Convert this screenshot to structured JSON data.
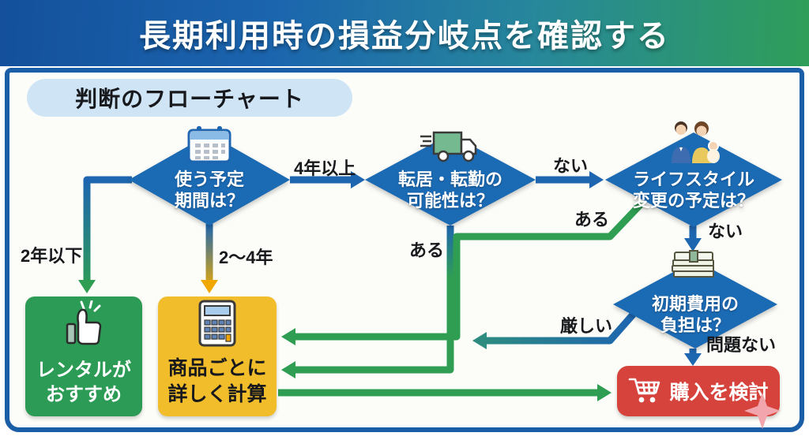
{
  "header": {
    "title": "長期利用時の損益分岐点を確認する"
  },
  "section": {
    "title": "判断のフローチャート"
  },
  "decisions": {
    "period": {
      "line1": "使う予定",
      "line2": "期間は？",
      "icon": "calendar-icon"
    },
    "moving": {
      "line1": "転居・転勤の",
      "line2": "可能性は？",
      "icon": "truck-icon"
    },
    "lifestyle": {
      "line1": "ライフスタイル",
      "line2": "変更の予定は？",
      "icon": "family-icon"
    },
    "cost": {
      "line1": "初期費用の",
      "line2": "負担は？",
      "icon": "money-icon"
    }
  },
  "edge_labels": {
    "period_over4y": "4年以上",
    "period_under2y": "2年以下",
    "period_2to4y": "2〜4年",
    "moving_no": "ない",
    "moving_yes": "ある",
    "lifestyle_no": "ない",
    "lifestyle_yes": "ある",
    "cost_hard": "厳しい",
    "cost_ok": "問題ない"
  },
  "outcomes": {
    "rental": {
      "line1": "レンタルが",
      "line2": "おすすめ",
      "icon": "thumbs-up-icon"
    },
    "calculate": {
      "line1": "商品ごとに",
      "line2": "詳しく計算",
      "icon": "calculator-icon"
    },
    "purchase": {
      "label": "購入を検討",
      "icon": "cart-icon"
    }
  },
  "colors": {
    "banner_blue": "#14509c",
    "banner_green": "#2f9e58",
    "diamond_blue": "#1b6ab4",
    "rental_green": "#2c9b55",
    "calculate_yellow": "#f2bd2a",
    "purchase_red": "#d5433c",
    "panel_border_blue": "#1a5ea8",
    "arrow_green": "#2f9e53",
    "arrow_orange": "#f0a800",
    "pill_bg": "#cfe4f5"
  }
}
